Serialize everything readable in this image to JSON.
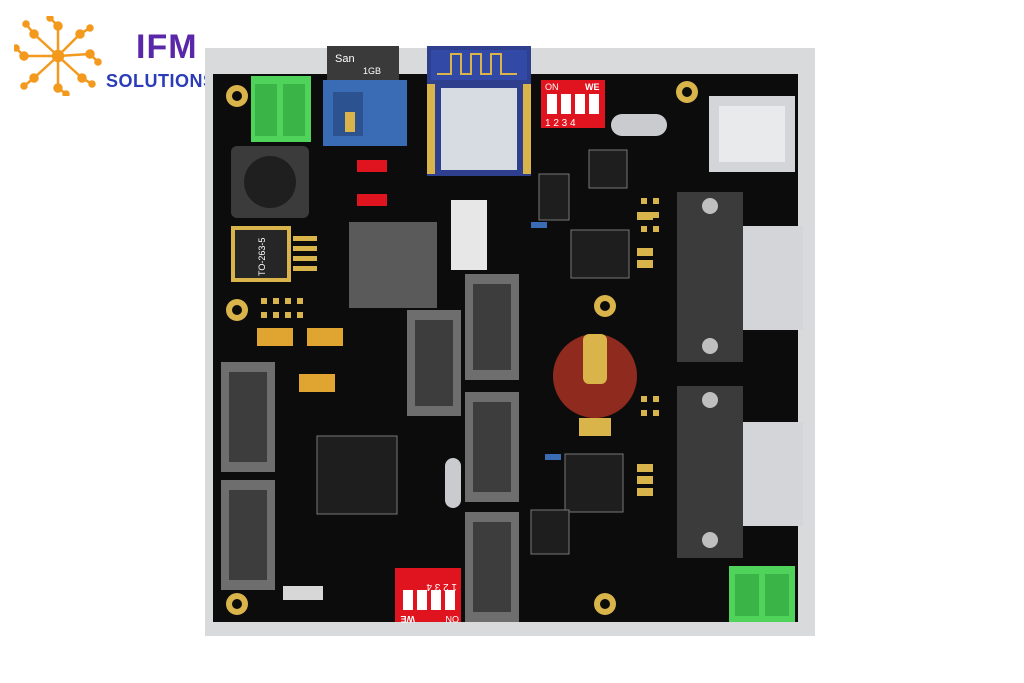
{
  "logo": {
    "name_top": "IFM",
    "name_bottom": "SOLUTIONS",
    "icon": "neural-network-icon"
  },
  "board": {
    "sd_card": {
      "brand": "San",
      "capacity": "1GB"
    },
    "inductor_label": "TO-263-5",
    "dip_switch_top": {
      "label": "ON",
      "numbers": "1 2 3 4",
      "maker": "WE"
    },
    "dip_switch_bottom": {
      "label": "ON",
      "numbers": "1 2 3 4",
      "maker": "WE"
    }
  },
  "colors": {
    "pcb": "#0c0c0c",
    "board_frame": "#d9dadb",
    "logo_orange": "#f39a1e",
    "logo_purple": "#5a27a8",
    "logo_blue": "#2b3cb8",
    "terminal_green": "#4fd35a",
    "dip_red": "#e0141e",
    "gold": "#d9b44a"
  }
}
